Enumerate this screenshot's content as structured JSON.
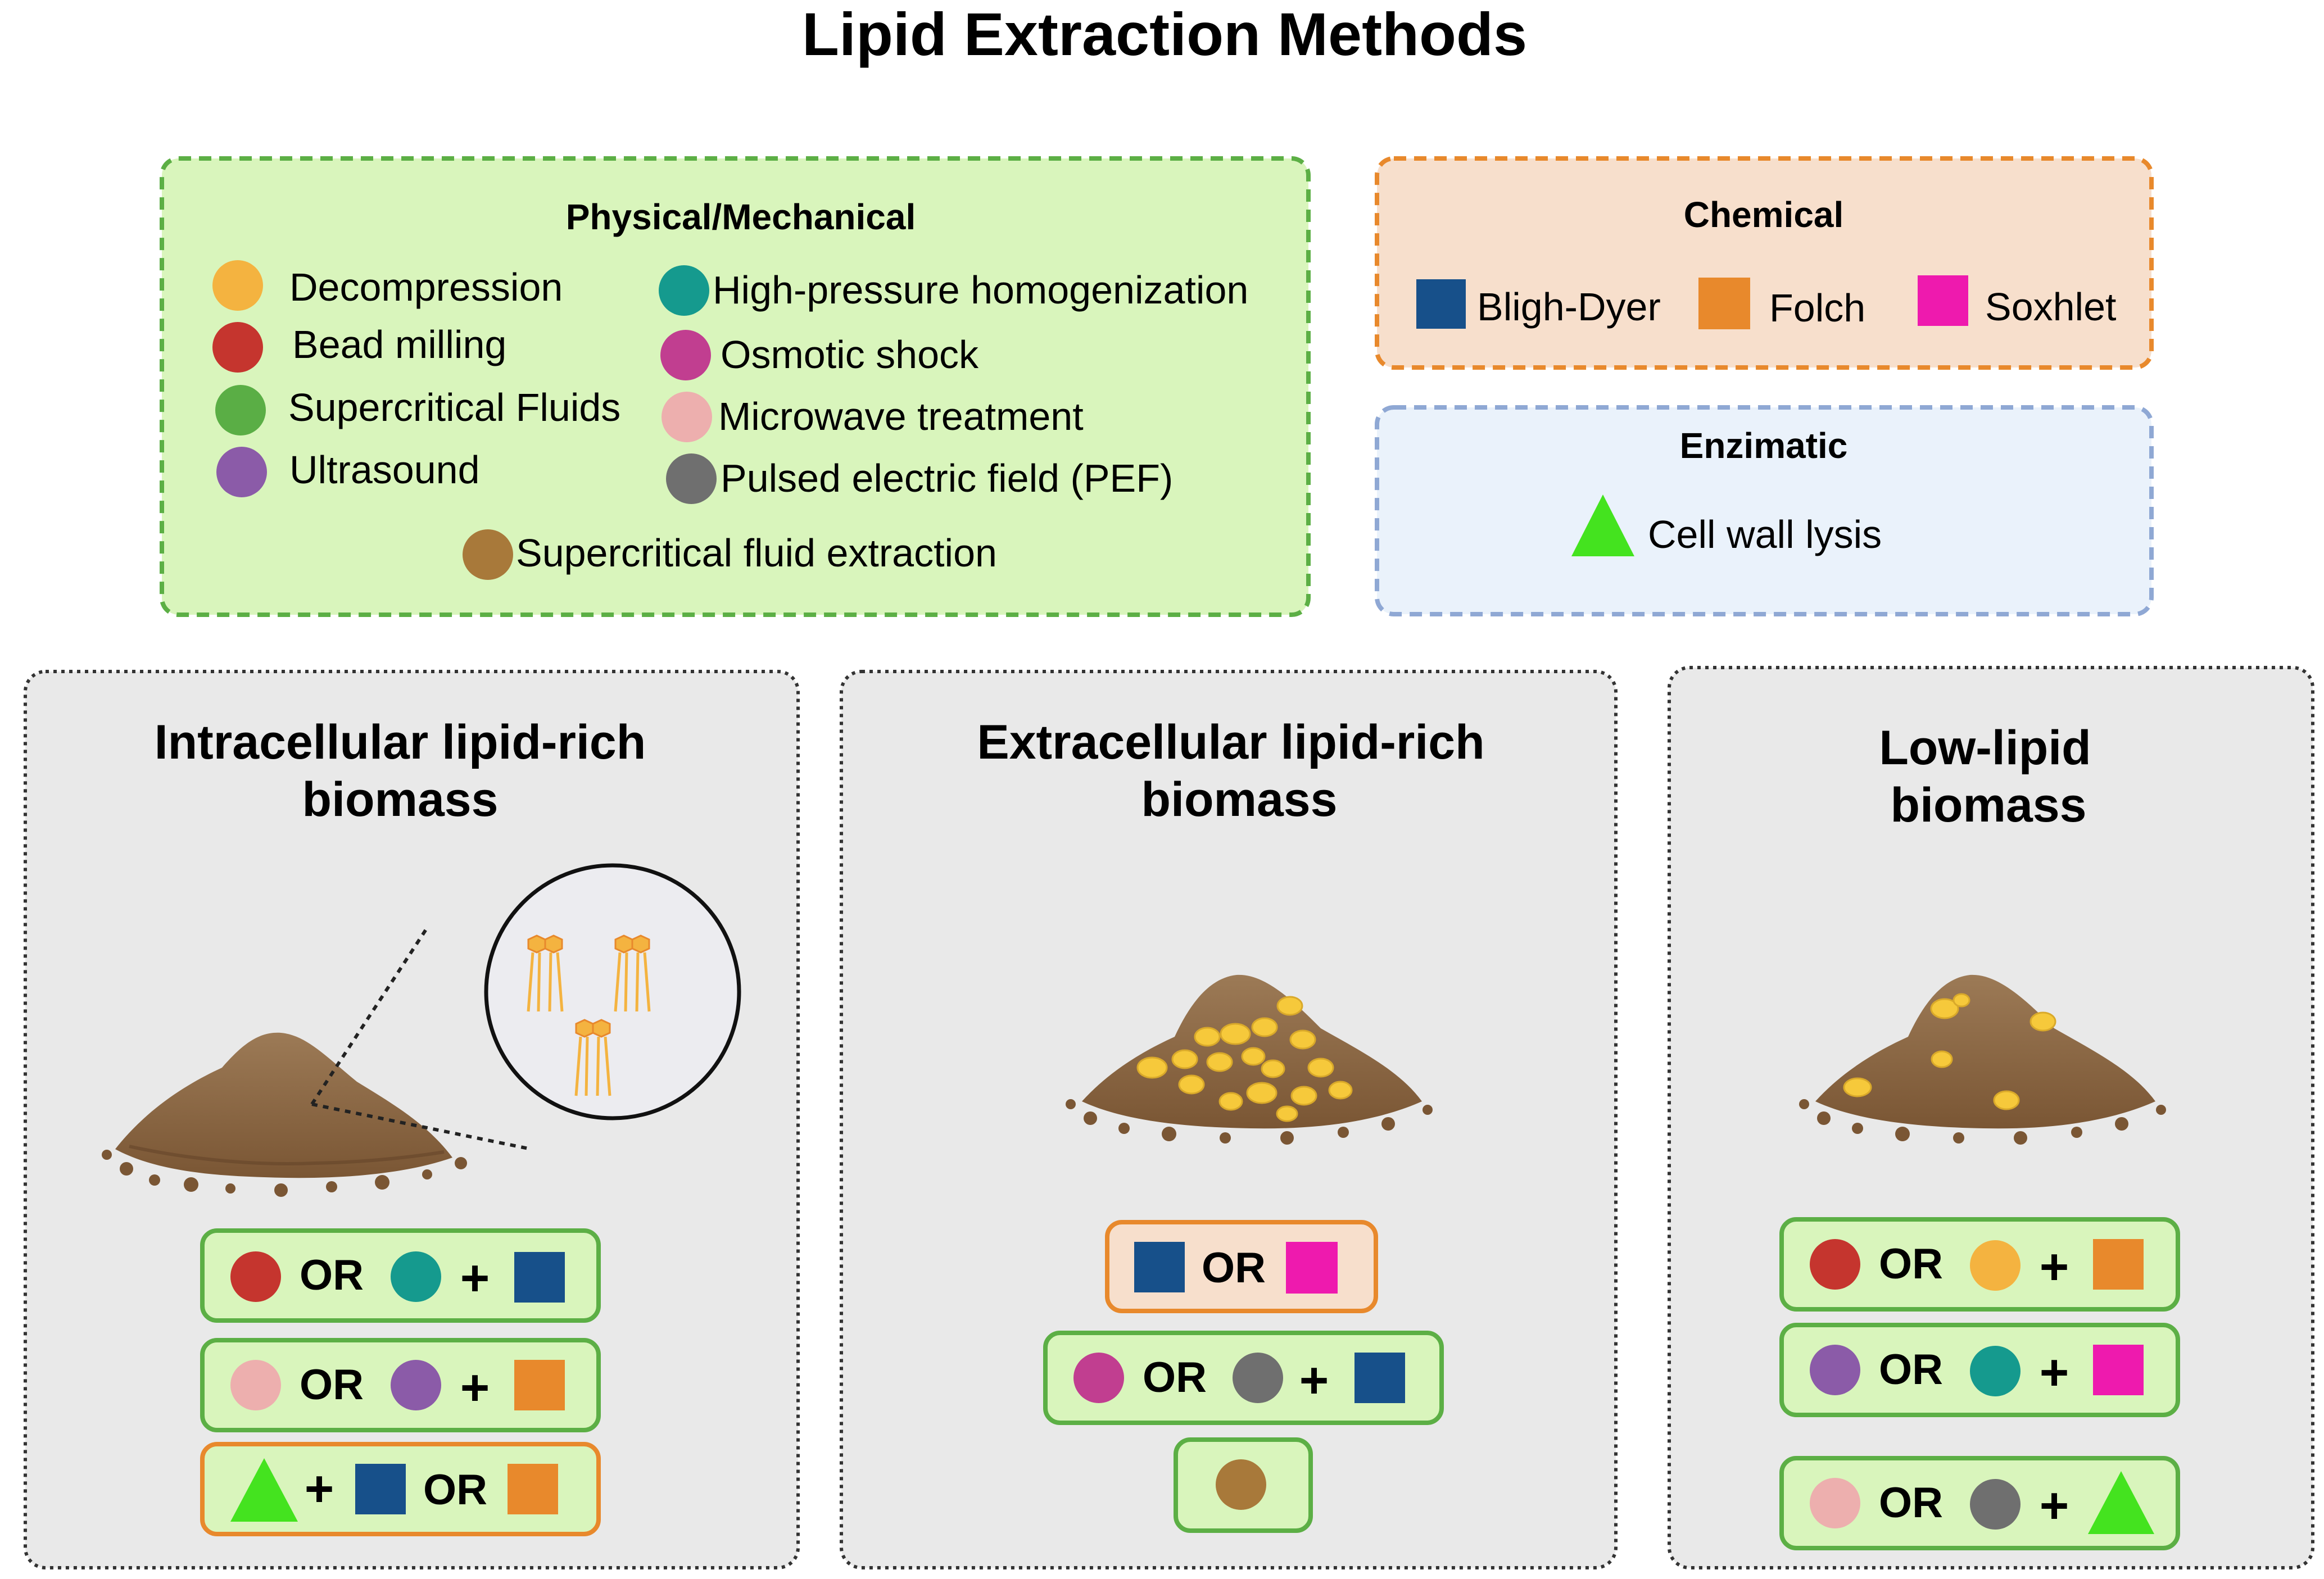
{
  "title": "Lipid Extraction Methods",
  "colors": {
    "decompression": "#F4B340",
    "bead_milling": "#C5352E",
    "supercritical_fluids": "#5AAE45",
    "ultrasound": "#8B5BA8",
    "high_pressure": "#159A8E",
    "osmotic_shock": "#C13E90",
    "microwave": "#EDAFAE",
    "pef": "#6F6F6F",
    "sfe": "#A8793A",
    "bligh_dyer": "#17508A",
    "folch": "#E8892C",
    "soxhlet": "#EE1AAE",
    "cell_wall_lysis": "#44E31F",
    "physical_fill": "#D9F5BC",
    "physical_border": "#5CAF45",
    "chemical_fill": "#F7DFCC",
    "chemical_border": "#E8892C",
    "enzimatic_fill": "#EAF2FB",
    "enzimatic_border": "#8FA8D4"
  },
  "physical": {
    "heading": "Physical/Mechanical",
    "items": [
      {
        "label": "Decompression",
        "icon": "orange-circle"
      },
      {
        "label": "Bead milling",
        "icon": "red-circle"
      },
      {
        "label": "Supercritical Fluids",
        "icon": "green-circle"
      },
      {
        "label": "Ultrasound",
        "icon": "purple-circle"
      },
      {
        "label": "High-pressure homogenization",
        "icon": "teal-circle"
      },
      {
        "label": "Osmotic shock",
        "icon": "magenta-circle"
      },
      {
        "label": "Microwave treatment",
        "icon": "pink-circle"
      },
      {
        "label": "Pulsed electric field (PEF)",
        "icon": "gray-circle"
      },
      {
        "label": "Supercritical fluid extraction",
        "icon": "brown-circle"
      }
    ]
  },
  "chemical": {
    "heading": "Chemical",
    "items": [
      {
        "label": "Bligh-Dyer",
        "icon": "blue-square"
      },
      {
        "label": "Folch",
        "icon": "orange-square"
      },
      {
        "label": "Soxhlet",
        "icon": "magenta-square"
      }
    ]
  },
  "enzimatic": {
    "heading": "Enzimatic",
    "items": [
      {
        "label": "Cell wall lysis",
        "icon": "green-triangle"
      }
    ]
  },
  "panels": [
    {
      "title_line1": "Intracellular lipid-rich",
      "title_line2": "biomass"
    },
    {
      "title_line1": "Extracellular lipid-rich",
      "title_line2": "biomass"
    },
    {
      "title_line1": "Low-lipid",
      "title_line2": "biomass"
    }
  ],
  "operators": {
    "or": "OR",
    "plus": "+"
  }
}
